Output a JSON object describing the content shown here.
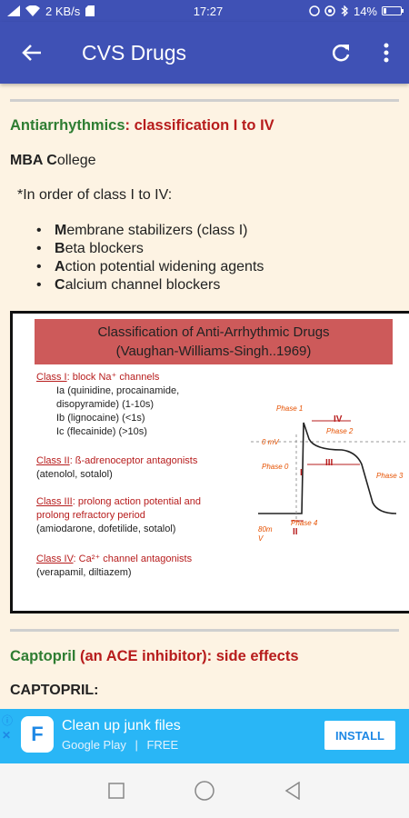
{
  "status_bar": {
    "net_speed": "2 KB/s",
    "time": "17:27",
    "battery": "14%",
    "battery_level": 0.14
  },
  "app_bar": {
    "title": "CVS Drugs",
    "back_icon": "arrow-back-icon",
    "refresh_icon": "refresh-icon",
    "menu_icon": "more-vert-icon"
  },
  "section1": {
    "heading_green": "Antiarrhythmics",
    "heading_sep": ": ",
    "heading_red": "classification I to IV",
    "mnemonic": "MBA College",
    "mnemonic_bold_1": "MBA C",
    "mnemonic_rest": "ollege",
    "note": "*In order of class I to IV:",
    "bullets": [
      {
        "bold": "M",
        "rest": "embrane stabilizers (class I)"
      },
      {
        "bold": "B",
        "rest": "eta blockers"
      },
      {
        "bold": "A",
        "rest": "ction potential widening agents"
      },
      {
        "bold": "C",
        "rest": "alcium channel blockers"
      }
    ]
  },
  "figure": {
    "title_line1": "Classification of Anti-Arrhythmic Drugs",
    "title_line2": "(Vaughan-Williams-Singh..1969)",
    "class1_label": "Class I",
    "class1_desc": ": block Na⁺ channels",
    "class1_lines": [
      "Ia (quinidine, procainamide,",
      "disopyramide) (1-10s)",
      "Ib (lignocaine) (<1s)",
      "Ic (flecainide) (>10s)"
    ],
    "class2_label": "Class II",
    "class2_desc": ":  ß-adrenoceptor antagonists",
    "class2_line": "(atenolol, sotalol)",
    "class3_label": "Class III",
    "class3_desc": ": prolong action potential and",
    "class3_lines": [
      "prolong refractory period",
      "(amiodarone, dofetilide, sotalol)"
    ],
    "class4_label": "Class IV",
    "class4_desc": ": Ca²⁺ channel antagonists",
    "class4_line": "(verapamil, diltiazem)",
    "ap_labels": {
      "phase1": "Phase 1",
      "phase2": "Phase 2",
      "phase3": "Phase 3",
      "phase0": "Phase 0",
      "phase4": "Phase 4",
      "zero_mv": "0 mV",
      "rest_mv_1": "80m",
      "rest_mv_2": "V",
      "r1": "I",
      "r2": "II",
      "r3": "III",
      "r4": "IV"
    }
  },
  "section2": {
    "heading_green_1": "Captopril",
    "heading_red_1": " (an ACE inhibitor)",
    "heading_sep": ": ",
    "heading_red_2": "side effects",
    "subheading": "CAPTOPRIL:"
  },
  "ad": {
    "title": "Clean up junk files",
    "store": "Google Play",
    "price": "FREE",
    "install": "INSTALL",
    "info_icon": "ad-info-icon",
    "close_icon": "ad-close-icon"
  },
  "colors": {
    "primary": "#3f51b5",
    "green": "#2e7d32",
    "red": "#b71c1c",
    "ad_bg": "#29b6f6"
  }
}
